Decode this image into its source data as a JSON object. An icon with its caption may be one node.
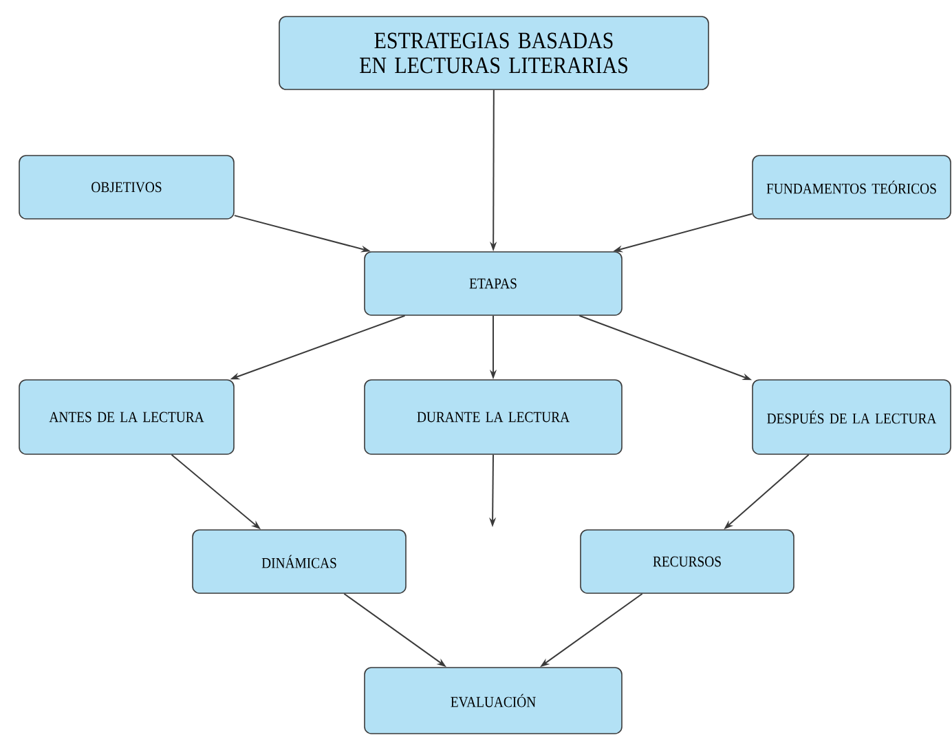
{
  "diagram": {
    "nodes": [
      {
        "text": [
          "ESTRATEGIAS BASADAS EN LECTURAS LITERARIAS"
        ]
      },
      {
        "text": [
          "OBJETIVOS"
        ]
      },
      {
        "text": [
          "FUNDAMENTOS TEÓRICOS"
        ]
      },
      {
        "text": [
          "ETAPAS"
        ]
      },
      {
        "text": [
          "ANTES DE LA LECTURA"
        ]
      },
      {
        "text": [
          "DURANTE LA LECTURA"
        ]
      },
      {
        "text": [
          "DESPUÉS DE LA LECTURA"
        ]
      },
      {
        "text": [
          "DINÁMICAS"
        ]
      },
      {
        "text": [
          "RECURSOS"
        ]
      },
      {
        "text": [
          "EVALUACIÓN"
        ]
      }
    ],
    "edges": [
      {
        "from": 0,
        "to": 3,
        "arrow": "to"
      },
      {
        "from": 1,
        "to": 3,
        "arrow": "to"
      },
      {
        "from": 2,
        "to": 3,
        "arrow": "to"
      },
      {
        "from": 3,
        "to": 4,
        "arrow": "to"
      },
      {
        "from": 3,
        "to": 5,
        "arrow": "to"
      },
      {
        "from": 3,
        "to": 6,
        "arrow": "to"
      },
      {
        "from": 5,
        "to": null,
        "arrow": "to"
      },
      {
        "from": 4,
        "to": 7,
        "arrow": "to"
      },
      {
        "from": 6,
        "to": 8,
        "arrow": "to"
      },
      {
        "from": 7,
        "to": 9,
        "arrow": "to"
      },
      {
        "from": 8,
        "to": 9,
        "arrow": "to"
      }
    ]
  }
}
